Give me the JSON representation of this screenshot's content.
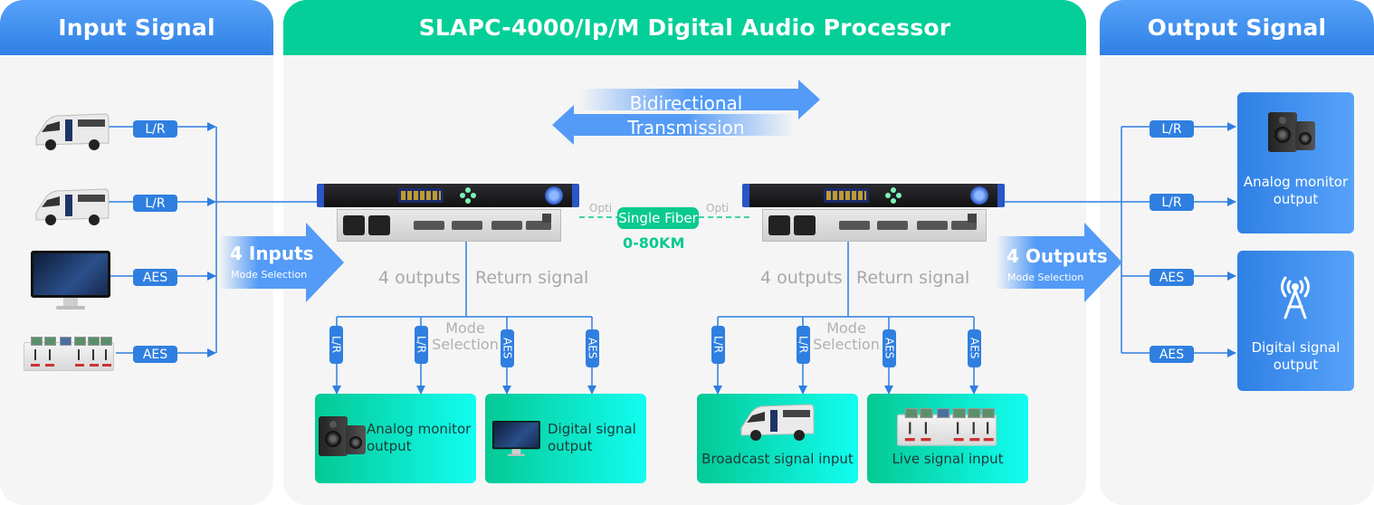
{
  "panels": {
    "input": {
      "title": "Input Signal"
    },
    "processor": {
      "title": "SLAPC-4000/Ip/M Digital Audio Processor"
    },
    "output": {
      "title": "Output Signal"
    }
  },
  "colors": {
    "blue_header_top": "#57a2fa",
    "blue_header_bottom": "#2f80e4",
    "green_header": "#04cf98",
    "wire_blue": "#2f7fe0",
    "fiber_green": "#0ac98e",
    "panel_bg": "#f5f5f5"
  },
  "inputs": {
    "sources": [
      {
        "device": "broadcast-van",
        "tag": "L/R"
      },
      {
        "device": "broadcast-van",
        "tag": "L/R"
      },
      {
        "device": "monitor-display",
        "tag": "AES"
      },
      {
        "device": "mixing-console",
        "tag": "AES"
      }
    ],
    "arrow_title": "4 Inputs",
    "arrow_subtitle": "Mode Selection"
  },
  "processor": {
    "bidirectional_line1": "Bidirectional",
    "bidirectional_line2": "Transmission",
    "opti_left": "Opti",
    "opti_right": "Opti",
    "fiber_label": "Single Fiber",
    "fiber_distance": "0-80KM",
    "left_unit": {
      "outputs_label": "4 outputs",
      "return_label": "Return signal",
      "mode_line1": "Mode",
      "mode_line2": "Selection",
      "branch_tags": [
        "L/R",
        "L/R",
        "AES",
        "AES"
      ],
      "boxes": [
        {
          "label_line1": "Analog monitor",
          "label_line2": "output"
        },
        {
          "label_line1": "Digital signal",
          "label_line2": "output"
        }
      ]
    },
    "right_unit": {
      "outputs_label": "4 outputs",
      "return_label": "Return signal",
      "mode_line1": "Mode",
      "mode_line2": "Selection",
      "branch_tags": [
        "L/R",
        "L/R",
        "AES",
        "AES"
      ],
      "boxes": [
        {
          "label": "Broadcast signal input"
        },
        {
          "label": "Live signal input"
        }
      ]
    }
  },
  "outputs": {
    "arrow_title": "4 Outputs",
    "arrow_subtitle": "Mode Selection",
    "tags": [
      "L/R",
      "L/R",
      "AES",
      "AES"
    ],
    "boxes": [
      {
        "label_line1": "Analog monitor",
        "label_line2": "output",
        "icon": "speaker-icon"
      },
      {
        "label_line1": "Digital signal",
        "label_line2": "output",
        "icon": "broadcast-tower-icon"
      }
    ]
  }
}
